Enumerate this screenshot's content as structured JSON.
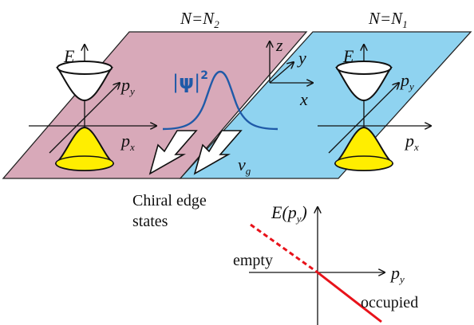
{
  "headers": {
    "left_N": "N=N",
    "left_sub": "2",
    "right_N": "N=N",
    "right_sub": "1"
  },
  "left_cone": {
    "E": "E",
    "py": "p",
    "py_sub": "y",
    "px": "p",
    "px_sub": "x"
  },
  "right_cone": {
    "E": "E",
    "py": "p",
    "py_sub": "y",
    "px": "p",
    "px_sub": "x"
  },
  "wave": {
    "psi": "ψ",
    "exponent": "2"
  },
  "axes3d": {
    "z": "z",
    "y": "y",
    "x": "x"
  },
  "velocity": {
    "v": "v",
    "sub": "g"
  },
  "caption": {
    "line1": "Chiral edge",
    "line2": "states"
  },
  "plot": {
    "ylabel_main": "E(p",
    "ylabel_sub": "y",
    "ylabel_close": ")",
    "xlabel": "p",
    "xlabel_sub": "y",
    "empty": "empty",
    "occupied": "occupied"
  },
  "colors": {
    "left_plane": "#d8a9b9",
    "right_plane": "#8fd3f0",
    "cone_fill": "#ffee00",
    "wave": "#1f5aa8",
    "dispersion": "#e8121a"
  }
}
